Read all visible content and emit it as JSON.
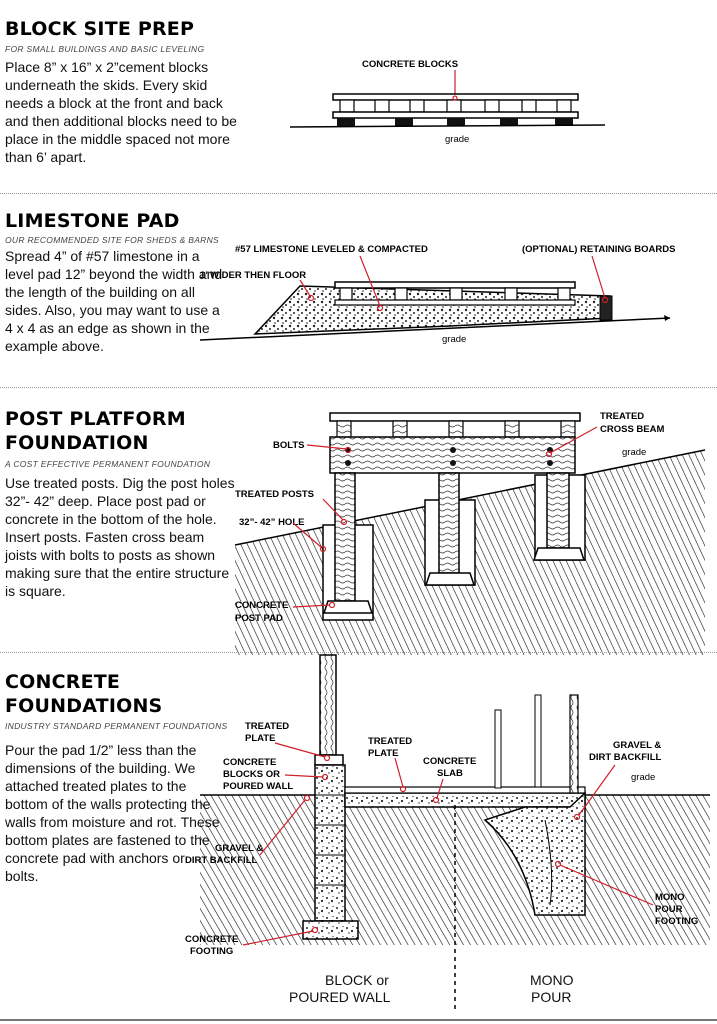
{
  "sections": [
    {
      "title": "BLOCK SITE PREP",
      "subtitle": "FOR SMALL BUILDINGS AND BASIC LEVELING",
      "body": "Place 8” x 16” x 2”cement blocks underneath the skids. Every skid needs a block at the front and back and then additional blocks need to be place in the middle spaced not more than 6’ apart.",
      "labels": {
        "blocks": "CONCRETE BLOCKS",
        "grade": "grade"
      }
    },
    {
      "title": "LIMESTONE PAD",
      "subtitle": "OUR RECOMMENDED SITE FOR SHEDS & BARNS",
      "body": "Spread 4” of #57 limestone in a level pad 12” beyond the width and the length of the building on all sides. Also, you may want to use a 4 x 4 as an edge as shown in the example above.",
      "labels": {
        "limestone": "#57 LIMESTONE LEVELED & COMPACTED",
        "retaining": "(OPTIONAL) RETAINING BOARDS",
        "wider": "1’ WIDER THEN FLOOR",
        "grade": "grade"
      }
    },
    {
      "title_line1": "POST PLATFORM",
      "title_line2": "FOUNDATION",
      "subtitle": "A COST EFFECTIVE PERMANENT FOUNDATION",
      "body": "Use treated posts. Dig the post holes 32”- 42” deep. Place post pad or concrete in the bottom of the hole. Insert posts. Fasten cross beam joists with bolts to posts as shown making sure that the entire structure is square.",
      "labels": {
        "cross_beam_1": "TREATED",
        "cross_beam_2": "CROSS BEAM",
        "bolts": "BOLTS",
        "grade": "grade",
        "posts": "TREATED POSTS",
        "hole": "32”- 42” HOLE",
        "pad_1": "CONCRETE",
        "pad_2": "POST PAD"
      }
    },
    {
      "title_line1": "CONCRETE",
      "title_line2": "FOUNDATIONS",
      "subtitle": "INDUSTRY STANDARD PERMANENT FOUNDATIONS",
      "body": "Pour the pad 1/2” less than the dimensions of the building. We attached treated plates to the bottom of the walls protecting the walls from moisture and rot. These bottom plates are fastened to the concrete pad with anchors or bolts.",
      "labels": {
        "treated_plate_a1": "TREATED",
        "treated_plate_a2": "PLATE",
        "blocks_1": "CONCRETE",
        "blocks_2": "BLOCKS OR",
        "blocks_3": "POURED WALL",
        "treated_plate_b1": "TREATED",
        "treated_plate_b2": "PLATE",
        "slab_1": "CONCRETE",
        "slab_2": "SLAB",
        "backfill_r1": "GRAVEL &",
        "backfill_r2": "DIRT BACKFILL",
        "grade": "grade",
        "backfill_l1": "GRAVEL &",
        "backfill_l2": "DIRT BACKFILL",
        "mono_1": "MONO",
        "mono_2": "POUR",
        "mono_3": "FOOTING",
        "footing_1": "CONCRETE",
        "footing_2": "FOOTING",
        "cap_left_1": "BLOCK or",
        "cap_left_2": "POURED WALL",
        "cap_right_1": "MONO",
        "cap_right_2": "POUR"
      }
    }
  ],
  "colors": {
    "callout": "#d0202a",
    "ink": "#111111",
    "divider": "#9a9a9a"
  }
}
